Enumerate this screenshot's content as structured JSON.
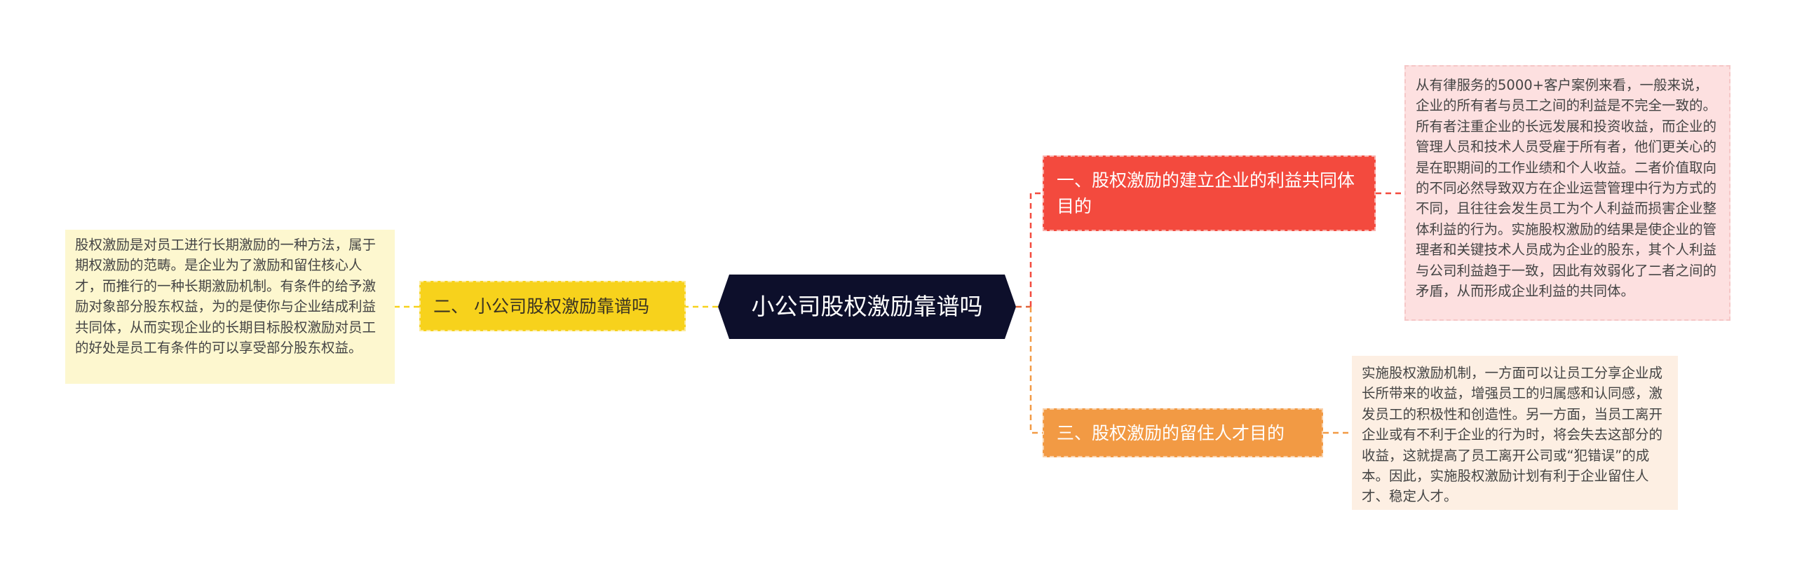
{
  "mindmap": {
    "center": {
      "label": "小公司股权激励靠谱吗"
    },
    "branches": [
      {
        "label": "二、 小公司股权激励靠谱吗",
        "color": "#f7d21c",
        "detail": "股权激励是对员工进行长期激励的一种方法，属于期权激励的范畴。是企业为了激励和留住核心人才，而推行的一种长期激励机制。有条件的给予激励对象部分股东权益，为的是使你与企业结成利益共同体，从而实现企业的长期目标股权激励对员工的好处是员工有条件的可以享受部分股东权益。"
      },
      {
        "label": "一、股权激励的建立企业的利益共同体目的",
        "color": "#f34a3e",
        "detail": "从有律服务的5000+客户案例来看，一般来说，企业的所有者与员工之间的利益是不完全一致的。所有者注重企业的长远发展和投资收益，而企业的管理人员和技术人员受雇于所有者，他们更关心的是在职期间的工作业绩和个人收益。二者价值取向的不同必然导致双方在企业运营管理中行为方式的不同，且往往会发生员工为个人利益而损害企业整体利益的行为。实施股权激励的结果是使企业的管理者和关键技术人员成为企业的股东，其个人利益与公司利益趋于一致，因此有效弱化了二者之间的矛盾，从而形成企业利益的共同体。"
      },
      {
        "label": "三、股权激励的留住人才目的",
        "color": "#f29a44",
        "detail": "实施股权激励机制，一方面可以让员工分享企业成长所带来的收益，增强员工的归属感和认同感，激发员工的积极性和创造性。另一方面，当员工离开企业或有不利于企业的行为时，将会失去这部分的收益，这就提高了员工离开公司或“犯错误”的成本。因此，实施股权激励计划有利于企业留住人才、稳定人才。"
      }
    ]
  }
}
